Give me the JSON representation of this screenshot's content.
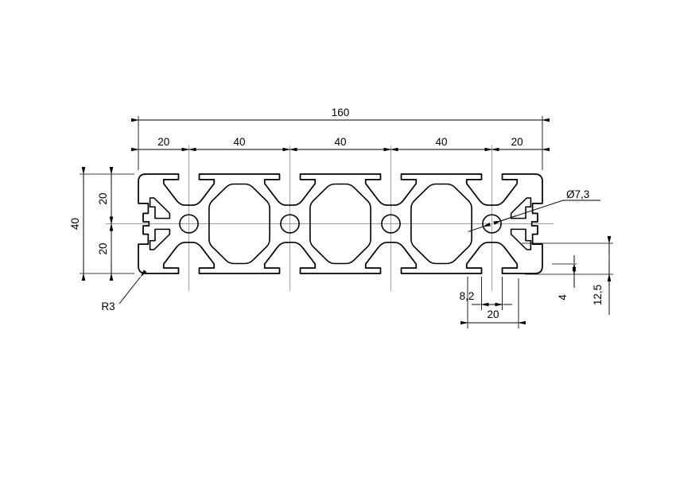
{
  "drawing": {
    "dims": {
      "overall_width": "160",
      "top_segments": [
        "20",
        "40",
        "40",
        "40",
        "20"
      ],
      "overall_height": "40",
      "left_segments": [
        "20",
        "20"
      ],
      "hole_diameter": "Ø7,3",
      "corner_radius": "R3",
      "slot_opening": "8,2",
      "slot_width": "20",
      "lip_height": "4",
      "slot_depth": "12,5"
    },
    "colors": {
      "line": "#000000",
      "centerline": "#9c9c9c",
      "background": "#ffffff"
    }
  }
}
